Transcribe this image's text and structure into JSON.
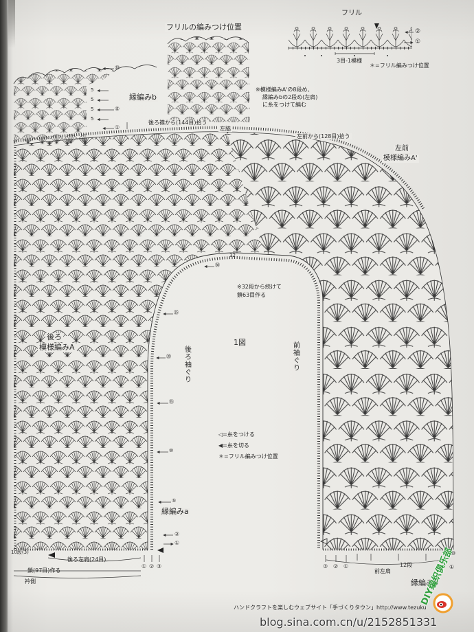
{
  "frill_position_title": "フリルの編みつけ位置",
  "frill_title": "フリル",
  "frill_row_labels": [
    "②",
    "①"
  ],
  "frill_repeat": "3目-1模様",
  "frill_legend_top": "＊=フリル編みつけ位置",
  "note_top": [
    "※模様編みA'の8段め、",
    "縁編みbの2段め(左肩)",
    "に糸をつけて編む"
  ],
  "edge_b_label": "縁編みb",
  "row_markers_left_top": [
    "⑩",
    "⑤",
    "①"
  ],
  "stitch_counts_left": [
    "5",
    "5",
    "5",
    "5"
  ],
  "pick_back_neck": "後ろ襟から(144目)拾う",
  "left_side": "左脇",
  "pick_left_front": "左前から(128目)拾う",
  "left_front": "左前",
  "pattern_a_prime": "模様編みA'",
  "row_32": "32",
  "row_30": "㉚",
  "note_chain": [
    "※32段から続けて",
    "鎖63目作る"
  ],
  "row_25": "㉕",
  "figure_title": "1図",
  "front_armhole": "前袖ぐり",
  "back_armhole": "後ろ袖ぐり",
  "row_20": "⑳",
  "back": "後ろ",
  "pattern_a": "模様編みA",
  "row_15": "⑮",
  "row_10": "⑩",
  "legend": [
    "◁=糸をつける",
    "◀=糸を切る",
    "＊=フリル編みつけ位置"
  ],
  "row_5": "⑤",
  "edge_a_label": "縁編みa",
  "row_2": "②",
  "row_1": "①",
  "back_bottom_rows": "10段(3)",
  "back_left_shoulder": "後ろ左肩(24目)",
  "back_bottom_marks": [
    "①",
    "②",
    "③"
  ],
  "chain_97": "鎖(97目)作る",
  "neck_side": "衿側",
  "front_bottom_marks": [
    "③",
    "②",
    "①"
  ],
  "front_left_shoulder": "前左肩",
  "rows_12": "12段",
  "edge_b_bottom": "縁編みb",
  "right_marks": [
    "⑩",
    "①"
  ],
  "footer_site": "ハンドクラフトを楽しむウェブサイト「手づくりタウン」http://www.tezuku",
  "watermark_club": "DIY编织俱乐部",
  "footer_blog": "blog.sina.com.cn/u/2152851331",
  "colors": {
    "ink": "#3a3a3a",
    "paper": "#ebeae6",
    "watermark": "#2f9e3c"
  }
}
